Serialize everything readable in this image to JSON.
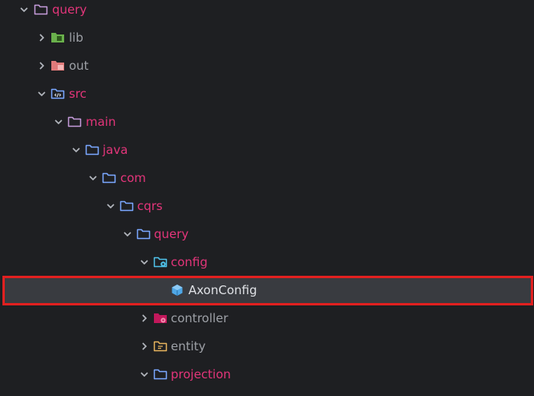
{
  "tree": {
    "items": [
      {
        "label": "query",
        "icon": "folder-icon",
        "expanded": true,
        "color": "#e3357a"
      },
      {
        "label": "lib",
        "icon": "library-folder-icon",
        "expanded": false,
        "color": "#9da0a6"
      },
      {
        "label": "out",
        "icon": "excluded-folder-icon",
        "expanded": false,
        "color": "#9da0a6"
      },
      {
        "label": "src",
        "icon": "source-folder-icon",
        "expanded": true,
        "color": "#e3357a"
      },
      {
        "label": "main",
        "icon": "folder-icon",
        "expanded": true,
        "color": "#e3357a"
      },
      {
        "label": "java",
        "icon": "folder-icon",
        "expanded": true,
        "color": "#e3357a"
      },
      {
        "label": "com",
        "icon": "folder-icon",
        "expanded": true,
        "color": "#e3357a"
      },
      {
        "label": "cqrs",
        "icon": "folder-icon",
        "expanded": true,
        "color": "#e3357a"
      },
      {
        "label": "query",
        "icon": "folder-icon",
        "expanded": true,
        "color": "#e3357a"
      },
      {
        "label": "config",
        "icon": "config-folder-icon",
        "expanded": true,
        "color": "#e3357a"
      },
      {
        "label": "AxonConfig",
        "icon": "cube-icon",
        "selected": true,
        "color": "#dfe1e5"
      },
      {
        "label": "controller",
        "icon": "controller-folder-icon",
        "expanded": false,
        "color": "#9da0a6"
      },
      {
        "label": "entity",
        "icon": "entity-folder-icon",
        "expanded": false,
        "color": "#9da0a6"
      },
      {
        "label": "projection",
        "icon": "folder-icon",
        "expanded": true,
        "color": "#e3357a"
      }
    ]
  },
  "colors": {
    "background": "#1e1f22",
    "selection_background": "#393b40",
    "highlight_border": "#e02020",
    "modified_text": "#e3357a",
    "muted_text": "#9da0a6",
    "folder_blue": "#7aa7ff",
    "folder_purple": "#c39ad9"
  }
}
